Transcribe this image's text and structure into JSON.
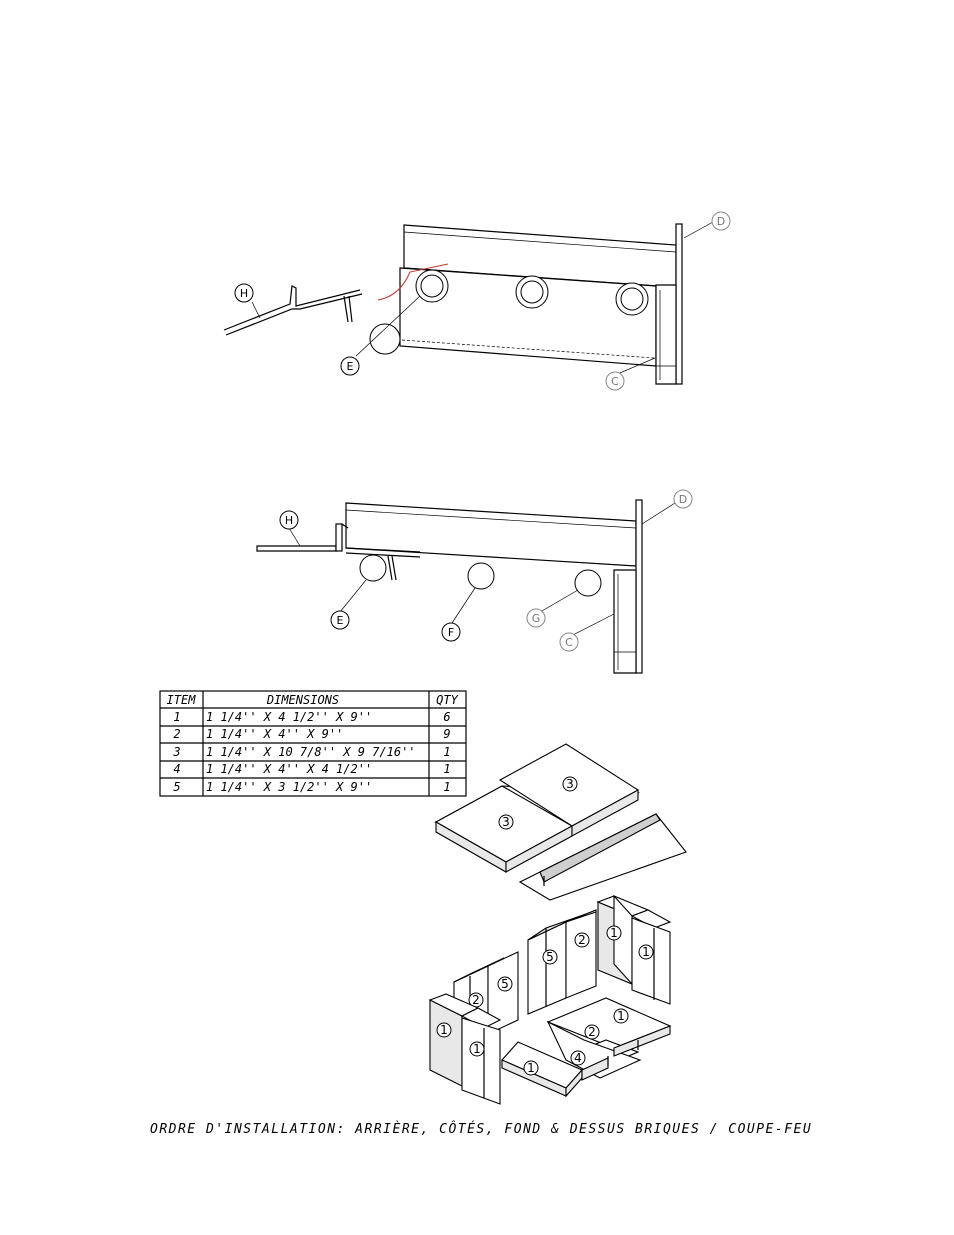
{
  "diagram1": {
    "callouts": {
      "D": "D",
      "C": "C",
      "E": "E",
      "H": "H"
    }
  },
  "diagram2": {
    "callouts": {
      "D": "D",
      "C": "C",
      "E": "E",
      "F": "F",
      "G": "G",
      "H": "H"
    }
  },
  "table": {
    "headers": [
      "ITEM",
      "DIMENSIONS",
      "QTY"
    ],
    "rows": [
      {
        "item": "1",
        "dimensions": "1 1/4''  X  4  1/2''  X  9''",
        "qty": "6"
      },
      {
        "item": "2",
        "dimensions": "1 1/4''  X  4''  X  9''",
        "qty": "9"
      },
      {
        "item": "3",
        "dimensions": "1 1/4''  X  10  7/8''  X  9  7/16''",
        "qty": "1"
      },
      {
        "item": "4",
        "dimensions": "1 1/4''  X  4''  X  4 1/2''",
        "qty": "1"
      },
      {
        "item": "5",
        "dimensions": "1 1/4''  X  3  1/2''  X  9''",
        "qty": "1"
      }
    ]
  },
  "exploded": {
    "labels": {
      "top_left": "3",
      "top_right": "3",
      "back_left_1": "1",
      "back_left_2": "1",
      "back_mid_5": "5",
      "back_mid_2": "2",
      "left_side_2": "2",
      "left_side_5": "5",
      "front_left_1a": "1",
      "front_left_1b": "1",
      "floor_1": "1",
      "floor_4": "4",
      "floor_2": "2",
      "floor_1b": "1"
    }
  },
  "caption": "ORDRE  D'INSTALLATION: ARRIÈRE,  CÔTÉS,  FOND  &  DESSUS   BRIQUES  /  COUPE-FEU",
  "colors": {
    "ink": "#000000",
    "accent": "#c0392b",
    "muted": "#888888"
  }
}
